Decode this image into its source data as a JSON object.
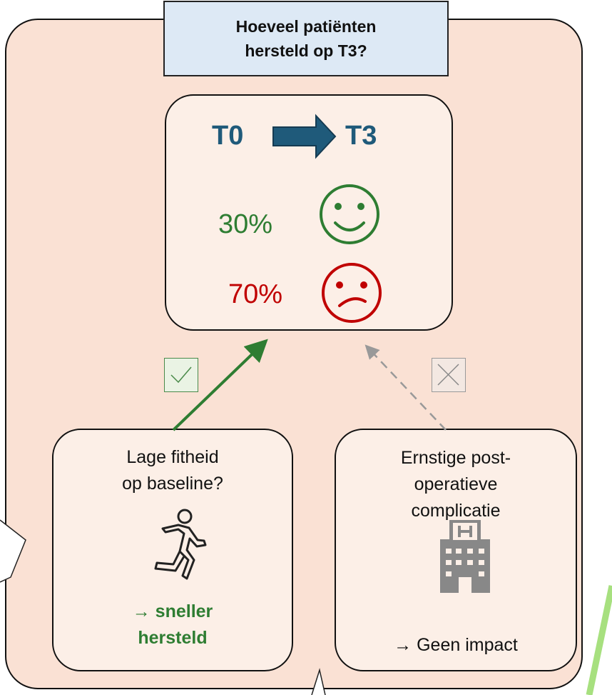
{
  "title": "Hoeveel patiënten\nhersteld op T3?",
  "timeline": {
    "from": "T0",
    "to": "T3"
  },
  "outcomes": [
    {
      "percent": "30%",
      "mood": "smiley-happy-icon",
      "color": "#2e7d32"
    },
    {
      "percent": "70%",
      "mood": "smiley-sad-icon",
      "color": "#c00000"
    }
  ],
  "left_factor": {
    "question": "Lage fitheid\nop baseline?",
    "icon": "running-person-icon",
    "result": "→ sneller\nhersteld",
    "verdict_icon": "checkmark-icon"
  },
  "right_factor": {
    "text": "Ernstige post-\noperatieve\ncomplicatie",
    "icon": "hospital-icon",
    "result": "→ Geen impact",
    "verdict_icon": "cross-icon"
  },
  "colors": {
    "background": "#fae1d4",
    "card": "#fcefe7",
    "title_bg": "#dde9f5",
    "accent_blue": "#1f5a7a",
    "green": "#2e7d32",
    "red": "#c00000"
  }
}
